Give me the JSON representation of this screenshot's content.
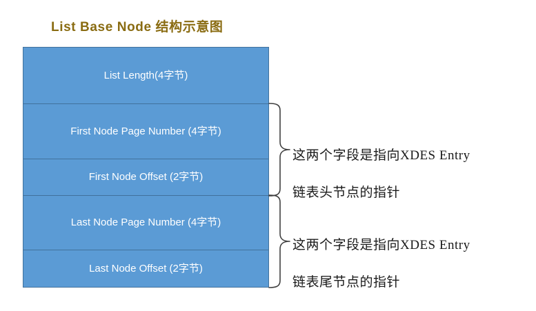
{
  "title": "List Base Node 结构示意图",
  "colors": {
    "title_text": "#8a6c12",
    "box_fill": "#5b9bd5",
    "box_border": "#41719c",
    "box_text": "#ffffff",
    "annotation_text": "#1a1a1a",
    "brace_stroke": "#3f3f3f",
    "background": "#ffffff"
  },
  "struct": {
    "name": "List Base Node",
    "rows": [
      {
        "label": "List Length(4字节)",
        "field": "List Length",
        "size": "4字节",
        "height": 82
      },
      {
        "label": "First Node Page Number (4字节)",
        "field": "First Node Page Number",
        "size": "4字节",
        "height": 80
      },
      {
        "label": "First Node Offset (2字节)",
        "field": "First Node Offset",
        "size": "2字节",
        "height": 53
      },
      {
        "label": "Last Node Page Number (4字节)",
        "field": "Last Node Page Number",
        "size": "4字节",
        "height": 79
      },
      {
        "label": "Last Node Offset (2字节)",
        "field": "Last Node Offset",
        "size": "2字节",
        "height": 53
      }
    ]
  },
  "annotations": [
    {
      "text": "这两个字段是指向XDES Entry\n链表头节点的指针",
      "line1": "这两个字段是指向XDES Entry",
      "line2": "链表头节点的指针",
      "covers": [
        "First Node Page Number (4字节)",
        "First Node Offset (2字节)"
      ]
    },
    {
      "text": "这两个字段是指向XDES Entry\n链表尾节点的指针",
      "line1": "这两个字段是指向XDES Entry",
      "line2": "链表尾节点的指针",
      "covers": [
        "Last Node Page Number (4字节)",
        "Last Node Offset (2字节)"
      ]
    }
  ]
}
